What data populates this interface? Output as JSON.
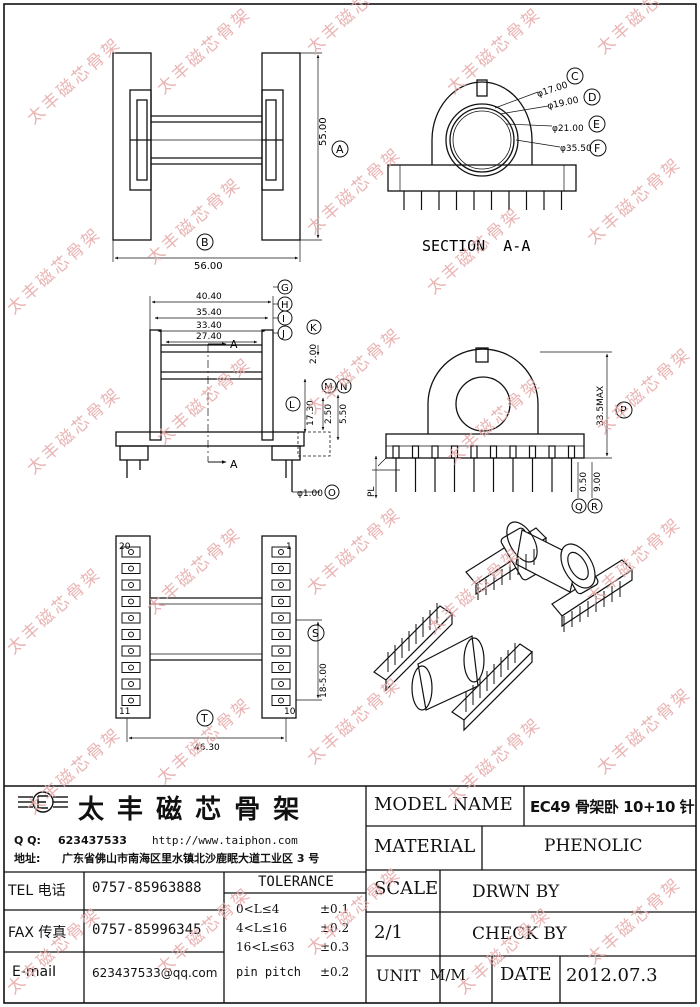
{
  "watermark_text": "太丰磁芯骨架",
  "drawing": {
    "section_title": "SECTION  A-A",
    "section_marker": "A",
    "dims": {
      "total_height": "55.00",
      "total_width": "56.00",
      "d1": "40.40",
      "d2": "35.40",
      "d3": "33.40",
      "d4": "27.40",
      "flange_thk": "2.00",
      "h1": "17.30",
      "h2": "2.50",
      "h3": "5.50",
      "pin_dia": "φ1.00",
      "bore1": "φ17.00",
      "bore2": "φ19.00",
      "bore3": "φ21.00",
      "bore4": "φ35.50",
      "max_height": "33.5MAX",
      "pl_a": "0.50",
      "pl_b": "9.00",
      "pl_label": "PL",
      "pitch": "18-5.00",
      "row_span": "46.30"
    },
    "letters": [
      "A",
      "B",
      "C",
      "D",
      "E",
      "F",
      "G",
      "H",
      "I",
      "J",
      "K",
      "L",
      "M",
      "N",
      "O",
      "P",
      "Q",
      "R",
      "S",
      "T"
    ],
    "pin_numbers": {
      "p20": "20",
      "p1": "1",
      "p11": "11",
      "p10": "10"
    }
  },
  "title_block": {
    "company_name": "太 丰 磁 芯 骨 架",
    "qq_label": "Q Q:",
    "qq": "623437533",
    "website": "http://www.taiphon.com",
    "address_label": "地址:",
    "address": "广东省佛山市南海区里水镇北沙鹿眠大道工业区 3 号",
    "tel_label": "TEL 电话",
    "tel": "0757-85963888",
    "fax_label": "FAX 传真",
    "fax": "0757-85996345",
    "email_label": "E-maiI",
    "email": "623437533@qq.com",
    "tolerance_title": "TOLERANCE",
    "tolerance": [
      {
        "range": "0<L≤4",
        "tol": "±0.1"
      },
      {
        "range": "4<L≤16",
        "tol": "±0.2"
      },
      {
        "range": "16<L≤63",
        "tol": "±0.3"
      },
      {
        "range": "pin pitch",
        "tol": "±0.2"
      }
    ],
    "model_name_label": "MODEL NAME",
    "model_name": "EC49 骨架卧 10+10 针",
    "material_label": "MATERIAL",
    "material": "PHENOLIC",
    "scale_label": "SCALE",
    "scale": "2/1",
    "drawn_by_label": "DRWN BY",
    "check_by_label": "CHECK BY",
    "unit_label": "UNIT",
    "unit": "M/M",
    "date_label": "DATE",
    "date": "2012.07.3"
  }
}
